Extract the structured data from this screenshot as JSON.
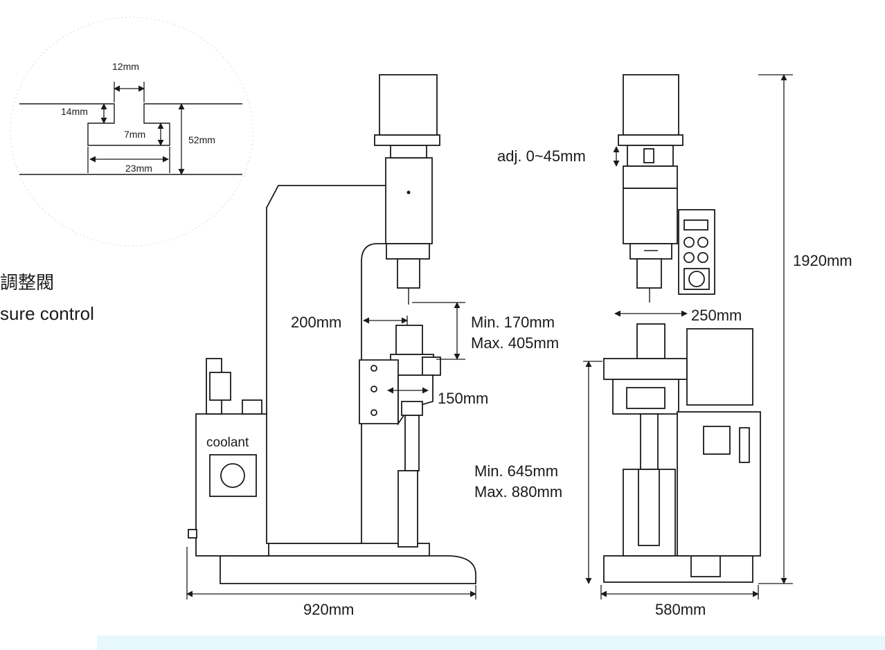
{
  "slot_detail": {
    "dim_top": "12mm",
    "dim_left": "14mm",
    "dim_inner": "7mm",
    "dim_right": "52mm",
    "dim_bottom": "23mm"
  },
  "side_text": {
    "line_cjk": "調整閥",
    "line_en": "sure control"
  },
  "side_view": {
    "coolant_label": "coolant",
    "throat_label": "200mm",
    "stroke_min": "Min.  170mm",
    "stroke_max": "Max. 405mm",
    "table_label": "150mm",
    "width_label": "920mm"
  },
  "front_view": {
    "adj_label": "adj. 0~45mm",
    "height_label": "1920mm",
    "column_label": "250mm",
    "table_min": "Min.  645mm",
    "table_max": "Max. 880mm",
    "width_label": "580mm"
  },
  "colors": {
    "line": "#1a1a1a",
    "background": "#ffffff",
    "bottom_band": "#e6f8fc"
  }
}
